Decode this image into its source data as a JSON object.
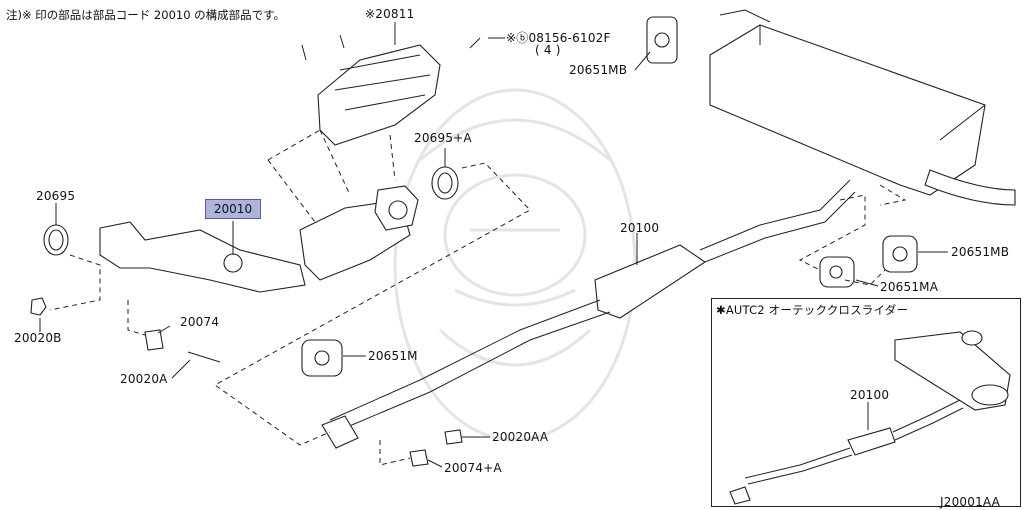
{
  "note_header": "注)※ 印の部品は部品コード 20010 の構成部品です。",
  "labels": {
    "p20811": "※20811",
    "p08156": "※ⓑ08156-6102F",
    "p08156_qty": "( 4 )",
    "p20651MB_top": "20651MB",
    "p20695A": "20695+A",
    "p20695": "20695",
    "p20010": "20010",
    "p20100": "20100",
    "p20651MB_right": "20651MB",
    "p20651MA": "20651MA",
    "p20020B": "20020B",
    "p20074": "20074",
    "p20651M": "20651M",
    "p20020A": "20020A",
    "p20020AA": "20020AA",
    "p20074A": "20074+A"
  },
  "inset": {
    "title": "✱AUTC2 オーテッククロスライダー",
    "part_label": "20100"
  },
  "diagram_id": "J20001AA"
}
